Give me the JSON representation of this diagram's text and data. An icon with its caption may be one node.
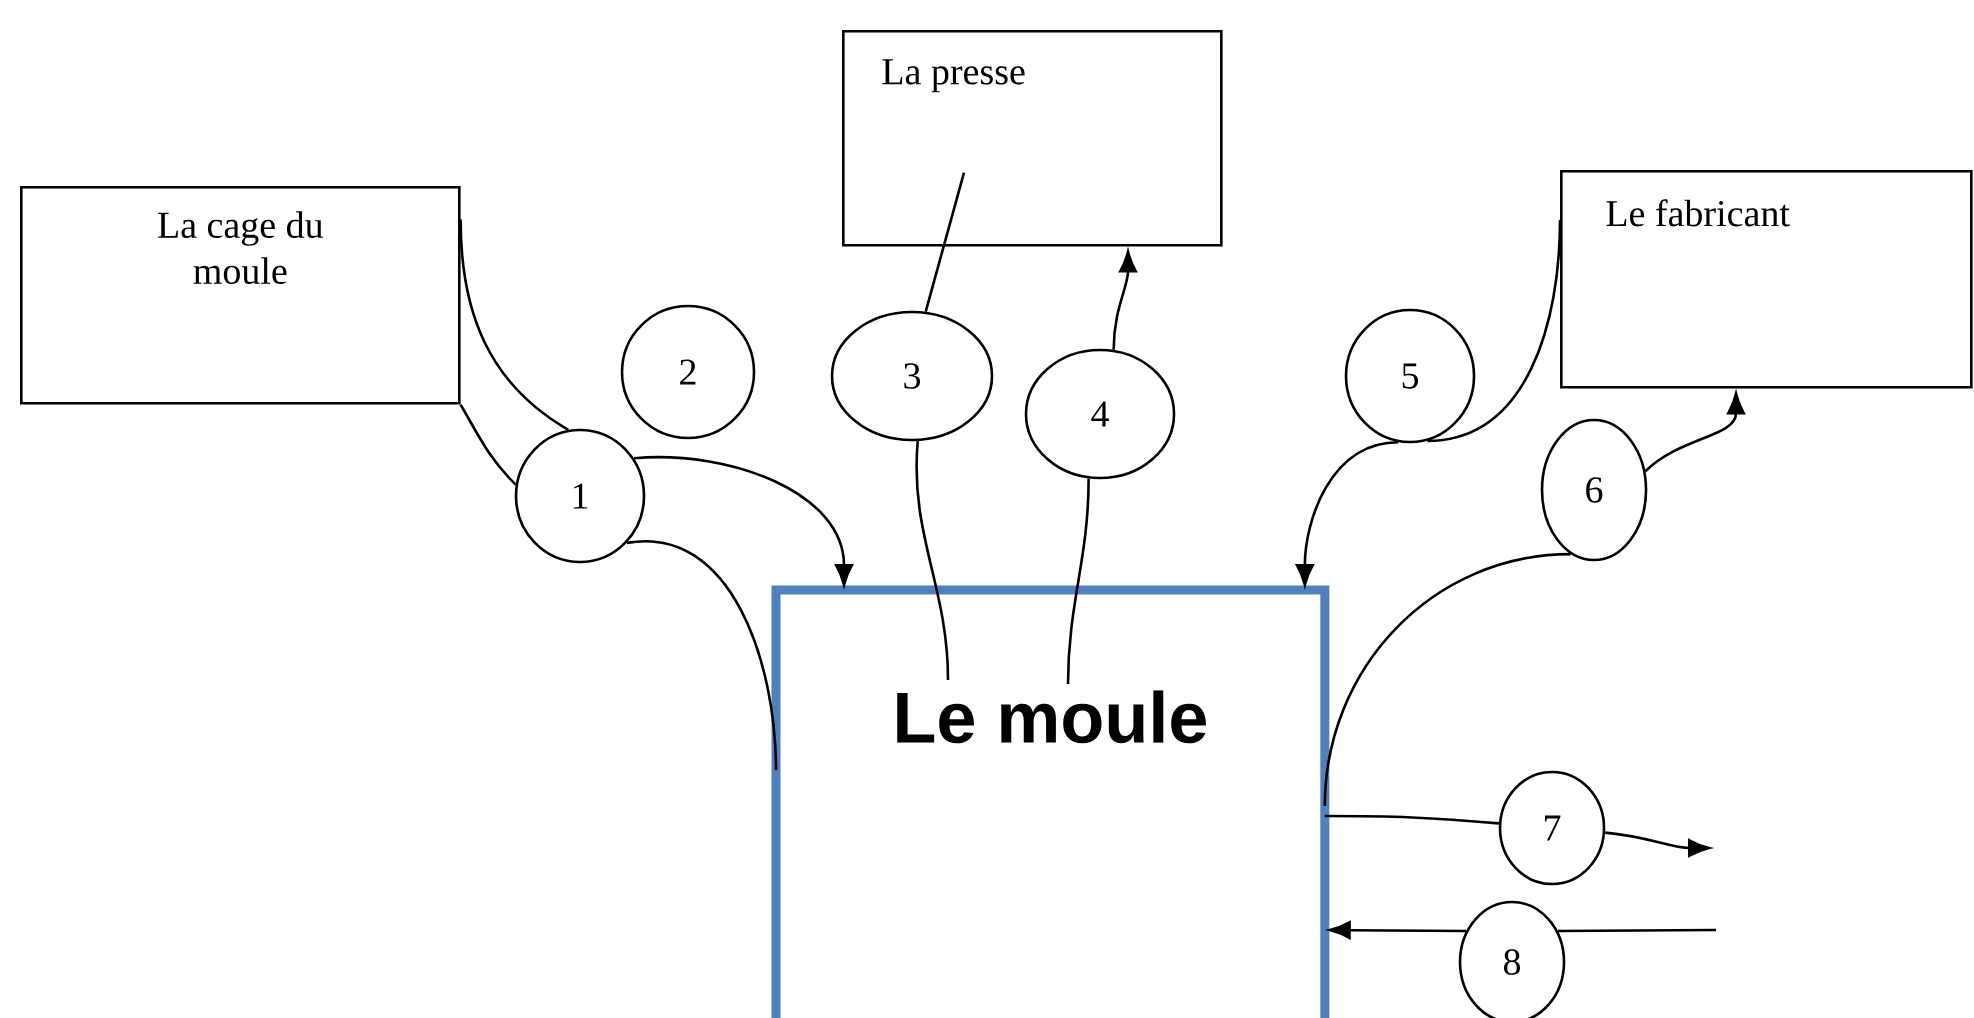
{
  "diagram": {
    "nodes": [
      {
        "text": [
          "La cage du moule"
        ]
      },
      {
        "text": [
          "La presse"
        ]
      },
      {
        "text": [
          "Le fabricant"
        ]
      },
      {
        "text": [
          "Le moule"
        ]
      },
      {
        "text": [
          "1"
        ]
      },
      {
        "text": [
          "2"
        ]
      },
      {
        "text": [
          "3"
        ]
      },
      {
        "text": [
          "4"
        ]
      },
      {
        "text": [
          "5"
        ]
      },
      {
        "text": [
          "6"
        ]
      },
      {
        "text": [
          "7"
        ]
      },
      {
        "text": [
          "8"
        ]
      }
    ],
    "edges": [
      {
        "from": 0,
        "to": 4,
        "arrow": "none"
      },
      {
        "from": 0,
        "to": 4,
        "arrow": "none"
      },
      {
        "from": 4,
        "to": 3,
        "arrow": "to"
      },
      {
        "from": 4,
        "to": 3,
        "arrow": "none"
      },
      {
        "from": 1,
        "to": 6,
        "arrow": "none"
      },
      {
        "from": 6,
        "to": 3,
        "arrow": "none"
      },
      {
        "from": 7,
        "to": 1,
        "arrow": "to"
      },
      {
        "from": 3,
        "to": 7,
        "arrow": "none"
      },
      {
        "from": 2,
        "to": 8,
        "arrow": "none"
      },
      {
        "from": 8,
        "to": 3,
        "arrow": "to"
      },
      {
        "from": 3,
        "to": 9,
        "arrow": "none"
      },
      {
        "from": 9,
        "to": 2,
        "arrow": "to"
      },
      {
        "from": 3,
        "to": 10,
        "arrow": "none"
      },
      {
        "from": 10,
        "to": null,
        "arrow": "to"
      },
      {
        "from": null,
        "to": 11,
        "arrow": "none"
      },
      {
        "from": 11,
        "to": 3,
        "arrow": "to"
      }
    ]
  }
}
